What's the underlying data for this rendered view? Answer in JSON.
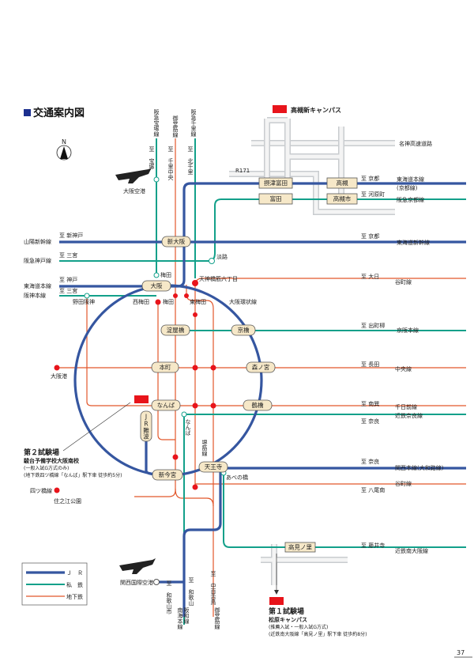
{
  "title": "交通案内図",
  "compass": "N",
  "colors": {
    "jr": "#3556a0",
    "private": "#13a08a",
    "subway": "#e2572b",
    "campus": "#e8141b"
  },
  "takatsuki_campus": "高槻新キャンパス",
  "roads": {
    "meishin": "名神高速道路",
    "r171": "R171"
  },
  "airports": {
    "itami": "大阪空港",
    "kansai": "関西国際空港"
  },
  "stations": {
    "settsu_tonda": "摂津富田",
    "tonda": "富田",
    "takatsuki": "高槻",
    "takatsukishi": "高槻市",
    "shin_osaka": "新大阪",
    "osaka": "大阪",
    "awaji": "淡路",
    "umeda_h": "梅田",
    "umeda": "梅田",
    "nishi_umeda": "西梅田",
    "higashi_umeda": "東梅田",
    "tenjinbashi": "天神橋筋六丁目",
    "yodoyabashi": "淀屋橋",
    "kyobashi": "京橋",
    "honmachi": "本町",
    "morinomiya": "森ノ宮",
    "osakako": "大阪港",
    "namba": "なんば",
    "namba_nankai": "なんば",
    "jr_namba": "JR難波",
    "tsuruhashi": "鶴橋",
    "tennoji": "天王寺",
    "abeno": "あべの橋",
    "shin_imamiya": "新今宮",
    "suminoe": "住之江公園",
    "takaminosato": "高見ノ里",
    "noda_hanshin": "野田阪神"
  },
  "lines_left": {
    "sanyo": "山陽新幹線",
    "hankyu_kobe": "阪急神戸線",
    "tokaido": "東海道本線",
    "hanshin": "阪神本線",
    "yotsubashi": "四ツ橋線"
  },
  "lines_top": {
    "takarazuka": "阪急宝塚線",
    "midosuji": "御堂筋線",
    "senri": "阪急千里線"
  },
  "dest_top": {
    "takarazuka": "至 宝塚",
    "senri_chuo": "至 千里中央",
    "kita_senri": "至 北千里"
  },
  "dest_left": {
    "shin_kobe": "至 新神戸",
    "sannomiya1": "至 三宮",
    "kobe": "至 神戸",
    "sannomiya2": "至 三宮"
  },
  "lines_right": {
    "tokaido_kyoto": "東海道本線",
    "tokaido_kyoto2": "(京都線)",
    "hankyu_kyoto": "阪急京都線",
    "shinkansen": "東海道新幹線",
    "tanimachi": "谷町線",
    "keihan": "京阪本線",
    "chuo": "中央線",
    "sennichimae": "千日前線",
    "kintetsu_nara": "近鉄奈良線",
    "kansai": "関西本線(大和路線)",
    "tanimachi2": "谷町線",
    "minami_osaka": "近鉄南大阪線",
    "loop": "大阪環状線",
    "sakaisuji": "堺筋線"
  },
  "dest_right": {
    "kyoto1": "至 京都",
    "kawaramachi": "至 河原町",
    "kyoto2": "至 京都",
    "dainichi": "至 大日",
    "demachiyanagi": "至 出町柳",
    "nagata": "至 長田",
    "minamitatsumi": "至 南巽",
    "nara1": "至 奈良",
    "nara2": "至 奈良",
    "yaominami": "至 八尾南",
    "fujiidera": "至 藤井寺"
  },
  "lines_bottom": {
    "nankai": "南海本線",
    "hanwa": "阪和線",
    "midosuji": "御堂筋線"
  },
  "dest_bottom": {
    "wakayamashi": "至 和歌山市",
    "wakayama": "至 和歌山",
    "nakamozu": "至 中百舌鳥"
  },
  "site2": {
    "title": "第２試験場",
    "name": "駿台予備学校大阪南校",
    "note1": "(一般入試G方式のみ)",
    "note2": "(地下鉄四ツ橋線「なんば」駅下車 徒歩約5分)"
  },
  "site1": {
    "title": "第１試験場",
    "name": "松原キャンパス",
    "note1": "(推薦入試・一般入試G方式)",
    "note2": "(近鉄南大阪線「高見ノ里」駅下車 徒歩約8分)"
  },
  "legend": [
    {
      "label": "Ｊ　Ｒ",
      "type": "jr"
    },
    {
      "label": "私　鉄",
      "type": "private"
    },
    {
      "label": "地下鉄",
      "type": "subway"
    }
  ],
  "page_number": "37"
}
